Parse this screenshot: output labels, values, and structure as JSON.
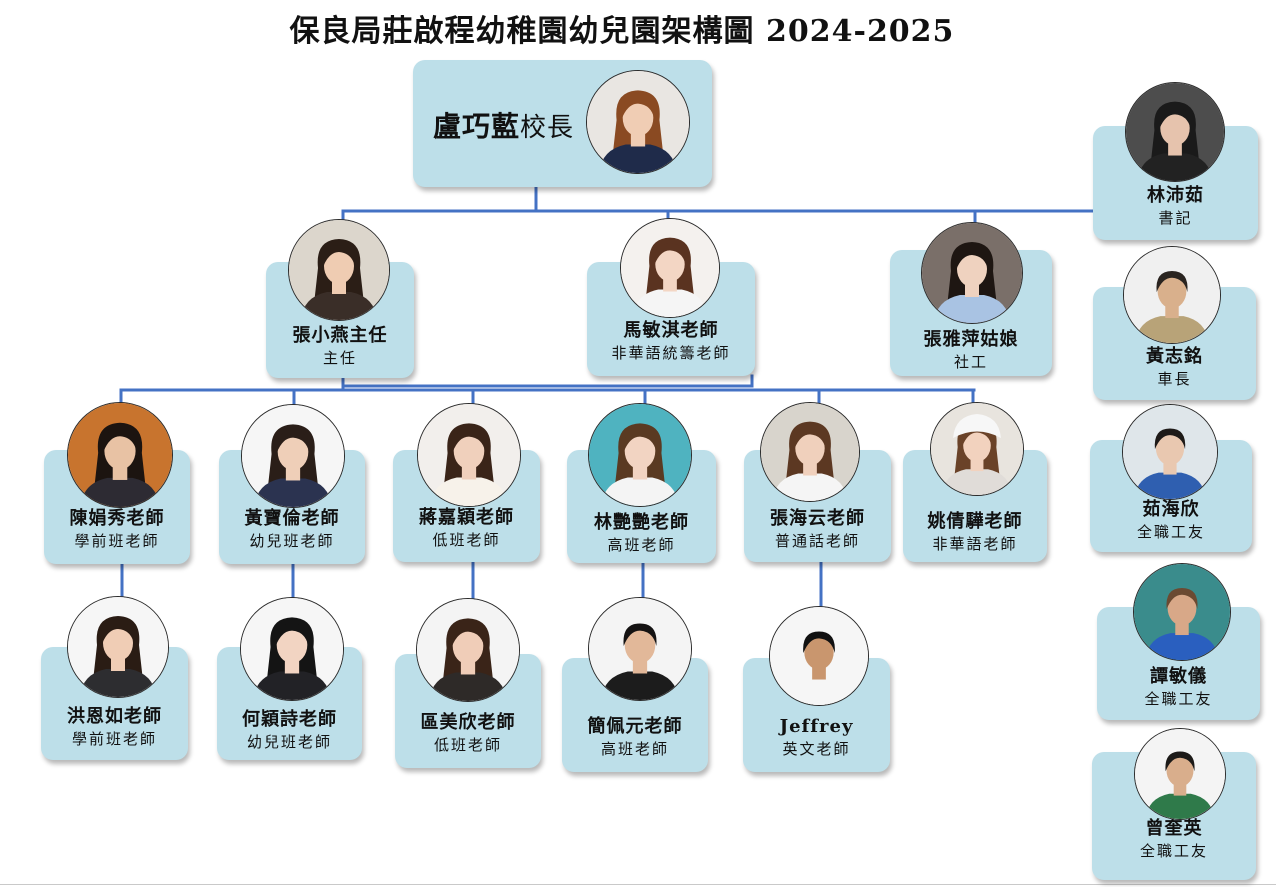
{
  "title": "保良局莊啟程幼稚園幼兒園架構圖 2024-2025",
  "principal": {
    "name": "盧巧藍",
    "role": "校長"
  },
  "management": [
    {
      "name": "張小燕主任",
      "role": "主任"
    },
    {
      "name": "馬敏淇老師",
      "role": "非華語統籌老師"
    },
    {
      "name": "張雅萍姑娘",
      "role": "社工"
    }
  ],
  "teachers": {
    "row1": [
      {
        "name": "陳娟秀老師",
        "role": "學前班老師"
      },
      {
        "name": "黃寶倫老師",
        "role": "幼兒班老師"
      },
      {
        "name": "蔣嘉穎老師",
        "role": "低班老師"
      },
      {
        "name": "林艷艷老師",
        "role": "高班老師"
      },
      {
        "name": "張海云老師",
        "role": "普通話老師"
      },
      {
        "name": "姚倩驊老師",
        "role": "非華語老師"
      }
    ],
    "row2": [
      {
        "name": "洪恩如老師",
        "role": "學前班老師"
      },
      {
        "name": "何穎詩老師",
        "role": "幼兒班老師"
      },
      {
        "name": "區美欣老師",
        "role": "低班老師"
      },
      {
        "name": "簡佩元老師",
        "role": "高班老師"
      },
      {
        "name": "Jeffrey",
        "role": "英文老師"
      }
    ]
  },
  "support_staff": [
    {
      "name": "林沛茹",
      "role": "書記"
    },
    {
      "name": "黃志銘",
      "role": "車長"
    },
    {
      "name": "茹海欣",
      "role": "全職工友"
    },
    {
      "name": "譚敏儀",
      "role": "全職工友"
    },
    {
      "name": "曾奎英",
      "role": "全職工友"
    }
  ],
  "colors": {
    "card": "#bddfe9",
    "connector": "#4472c4",
    "text": "#111111"
  }
}
